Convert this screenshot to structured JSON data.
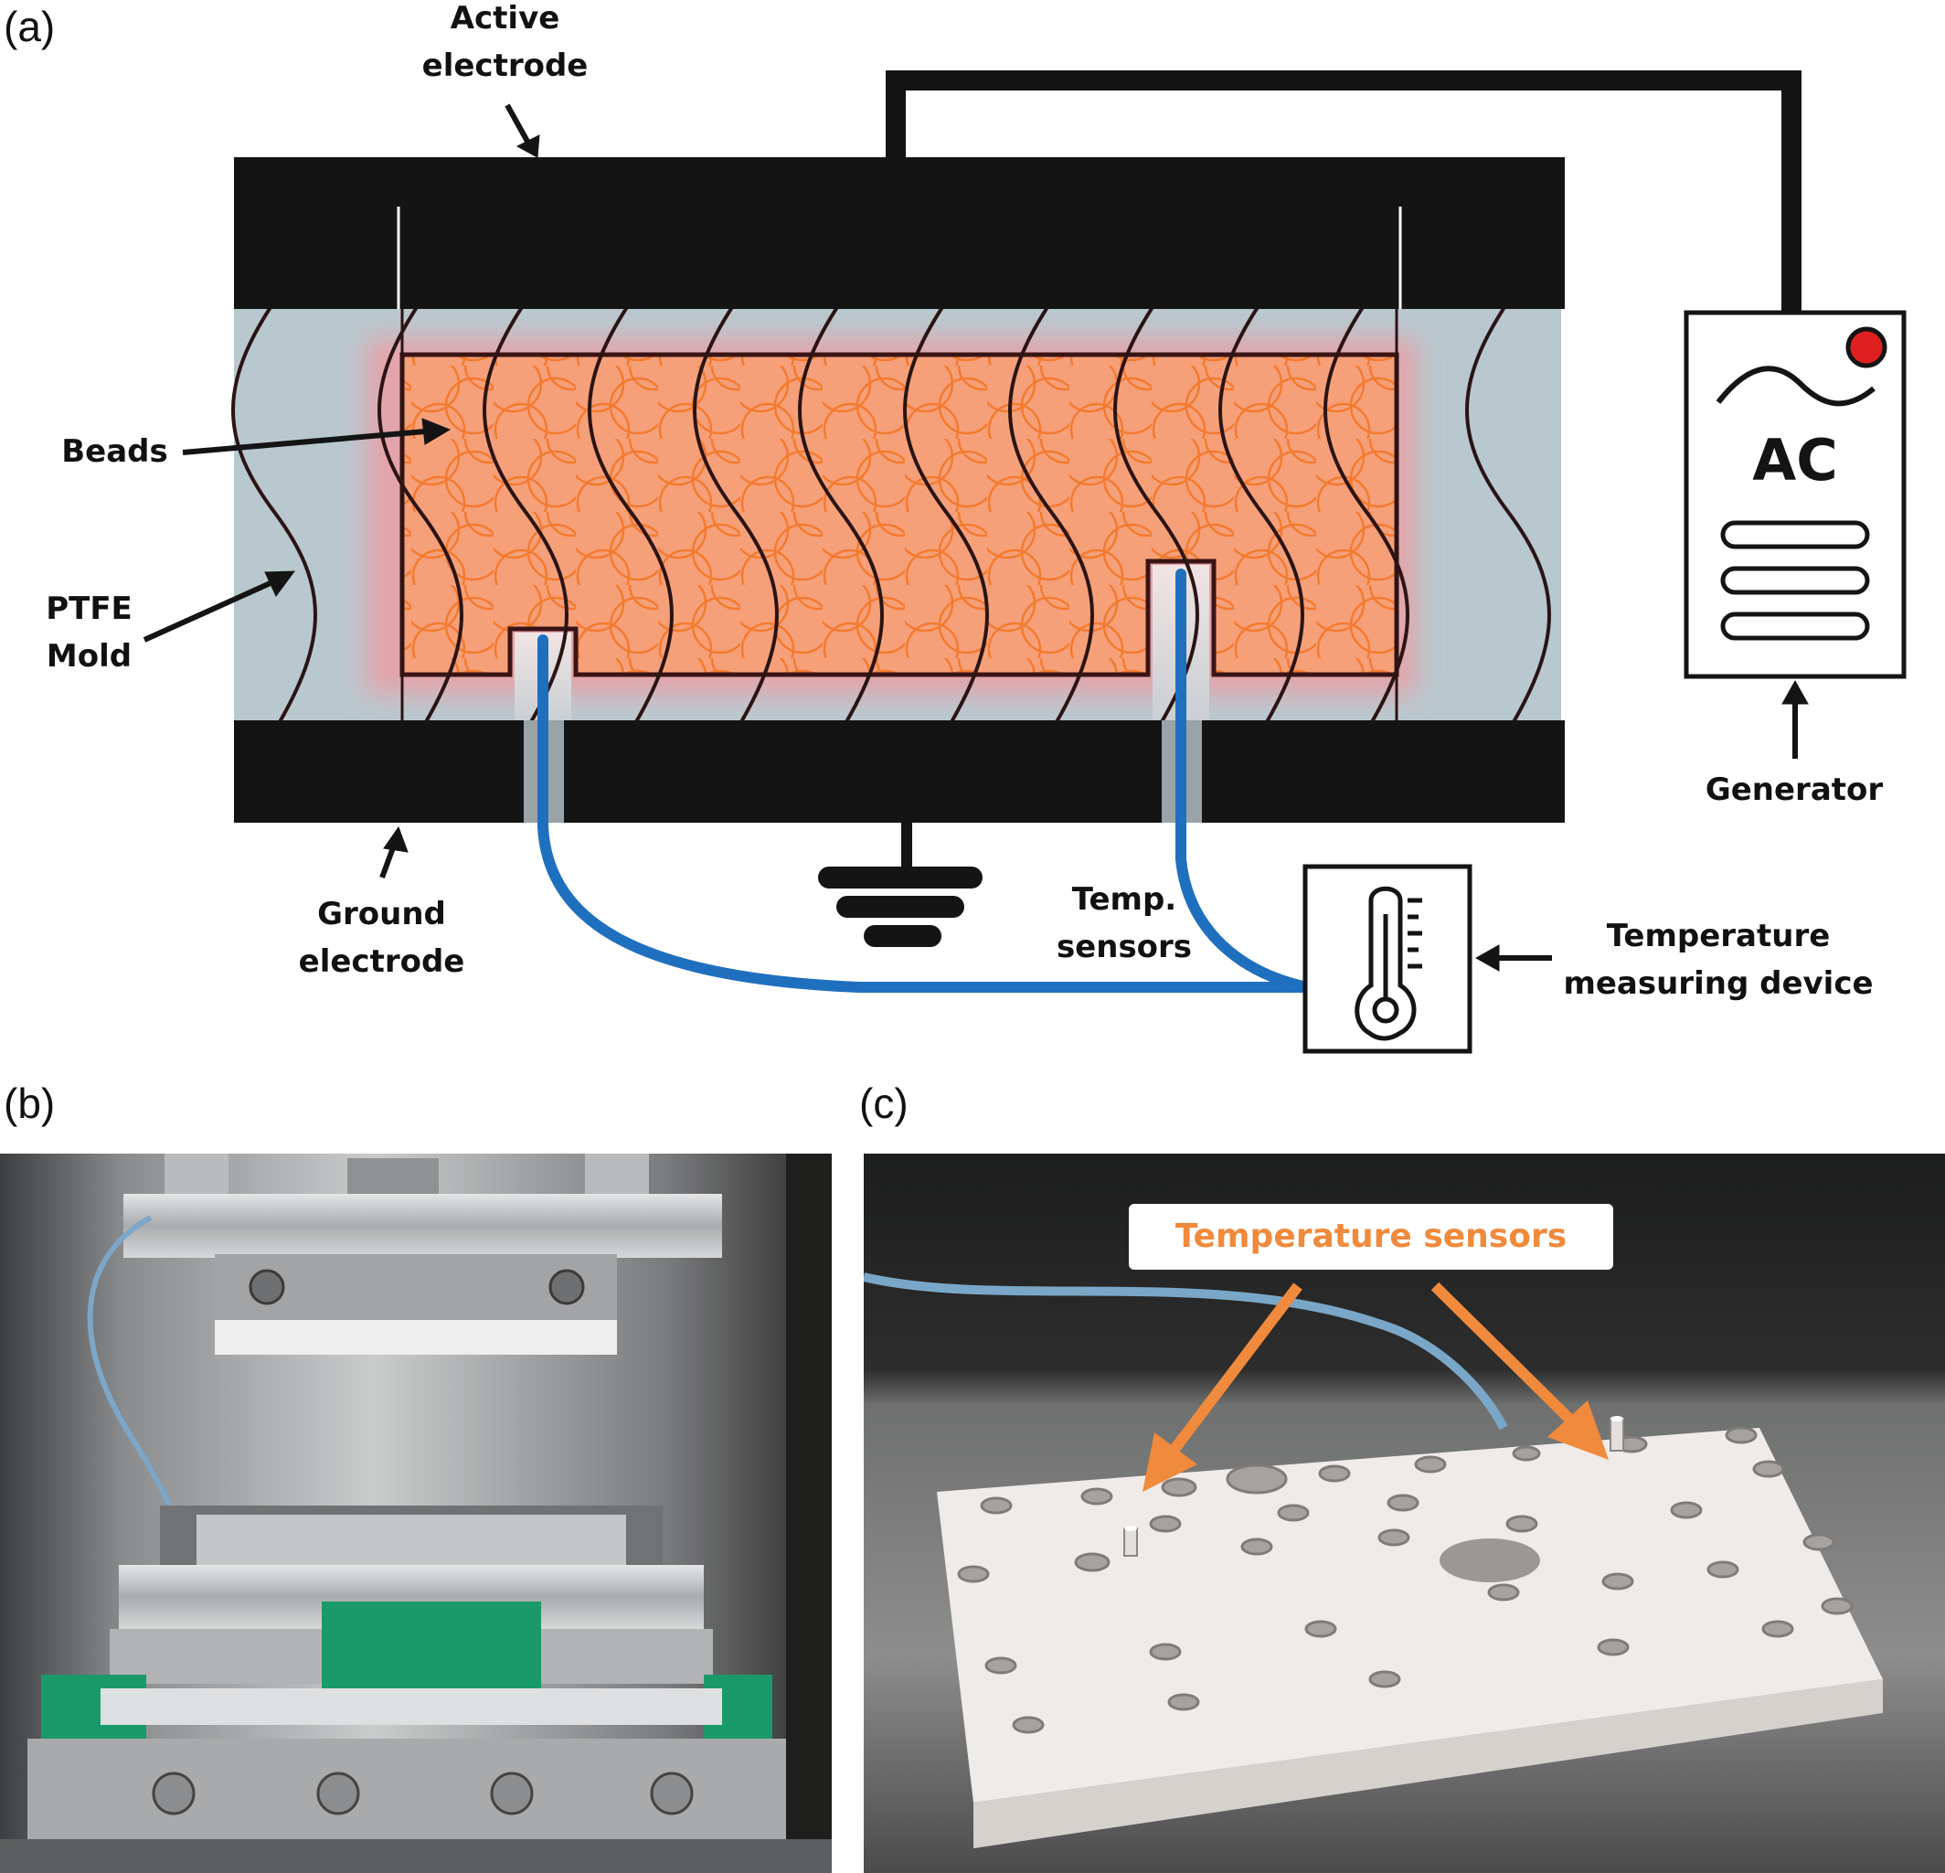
{
  "panels": {
    "a": "(a)",
    "b": "(b)",
    "c": "(c)"
  },
  "labels": {
    "active_electrode_line1": "Active",
    "active_electrode_line2": "electrode",
    "beads": "Beads",
    "ptfe_line1": "PTFE",
    "ptfe_line2": "Mold",
    "ground_line1": "Ground",
    "ground_line2": "electrode",
    "generator": "Generator",
    "ac": "AC",
    "temp_sensors_line1": "Temp.",
    "temp_sensors_line2": "sensors",
    "tmd_line1": "Temperature",
    "tmd_line2": "measuring device"
  },
  "photo_c": {
    "callout": "Temperature sensors"
  },
  "colors": {
    "electrode": "#141414",
    "ptfe": "#b9c8cf",
    "beads": "#f6a07a",
    "bead_outline": "#f47a2e",
    "sensor_cable": "#1f6fbf",
    "callout_text": "#f08a3c",
    "led": "#e02020",
    "green_block": "#1a9a6a"
  },
  "icons": {
    "generator_wave": "sine-wave-icon",
    "generator_led": "power-led-icon",
    "thermometer": "thermometer-icon",
    "ground": "ground-symbol-icon"
  }
}
